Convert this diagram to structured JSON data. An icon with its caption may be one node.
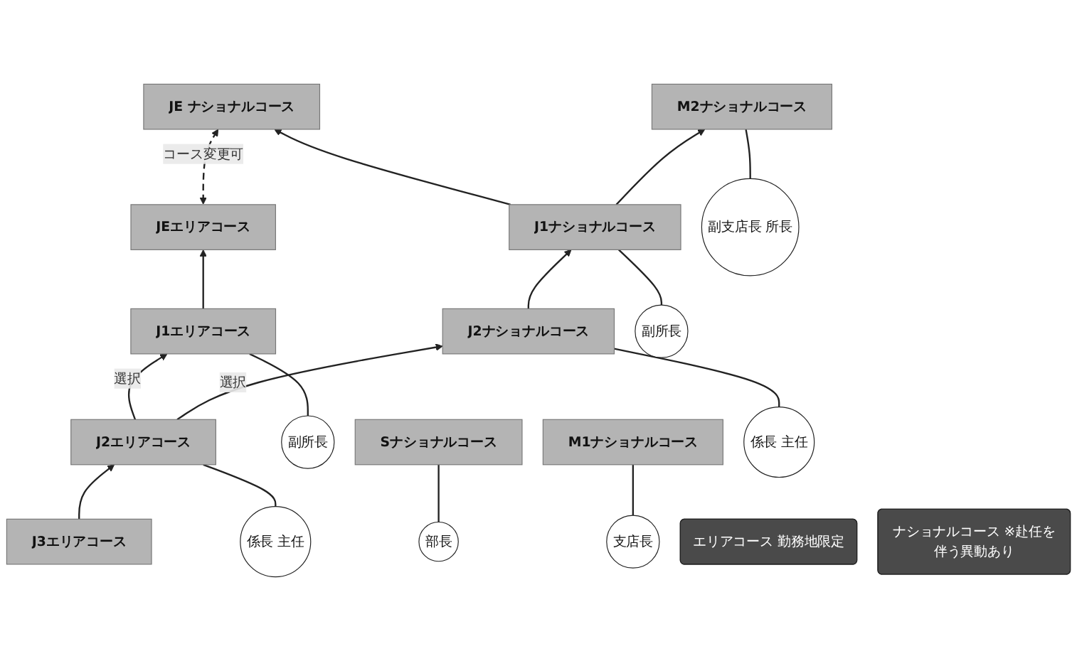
{
  "diagram": {
    "nodes": [
      {
        "text": [
          "JEエリアコース"
        ]
      },
      {
        "text": [
          "J1エリアコース"
        ]
      },
      {
        "text": [
          "J2エリアコース"
        ]
      },
      {
        "text": [
          "J3エリアコース"
        ]
      },
      {
        "text": [
          "副所長"
        ]
      },
      {
        "text": [
          "係長 主任"
        ]
      },
      {
        "text": [
          "Sナショナルコース"
        ]
      },
      {
        "text": [
          "M1ナショナルコース"
        ]
      },
      {
        "text": [
          "M2ナショナルコース"
        ]
      },
      {
        "text": [
          "JE ナショナルコース"
        ]
      },
      {
        "text": [
          "J1ナショナルコース"
        ]
      },
      {
        "text": [
          "J2ナショナルコース"
        ]
      },
      {
        "text": [
          "部長"
        ]
      },
      {
        "text": [
          "支店長"
        ]
      },
      {
        "text": [
          "副支店長 所長"
        ]
      },
      {
        "text": [
          "副所長"
        ]
      },
      {
        "text": [
          "係長 主任"
        ]
      },
      {
        "text": [
          "エリアコース 勤務地限定"
        ]
      },
      {
        "text": [
          "ナショナルコース ※赴任を伴う異動あり"
        ]
      }
    ],
    "edges": [
      {
        "from": 3,
        "to": 2,
        "arrow": "to"
      },
      {
        "from": 2,
        "to": 1,
        "arrow": "to",
        "label": "選択"
      },
      {
        "from": 1,
        "to": 0,
        "arrow": "to"
      },
      {
        "from": 2,
        "to": 11,
        "arrow": "to",
        "label": "選択"
      },
      {
        "from": 11,
        "to": 10,
        "arrow": "to"
      },
      {
        "from": 10,
        "to": 9,
        "arrow": "to"
      },
      {
        "from": 10,
        "to": 8,
        "arrow": "to"
      },
      {
        "from": 0,
        "to": 9,
        "arrow": "both",
        "label": "コース変更可",
        "style": "dashed"
      },
      {
        "from": 4,
        "to": 1,
        "arrow": "none"
      },
      {
        "from": 5,
        "to": 2,
        "arrow": "none"
      },
      {
        "from": 12,
        "to": 6,
        "arrow": "none"
      },
      {
        "from": 13,
        "to": 7,
        "arrow": "none"
      },
      {
        "from": 14,
        "to": 8,
        "arrow": "none"
      },
      {
        "from": 15,
        "to": 10,
        "arrow": "none"
      },
      {
        "from": 16,
        "to": 11,
        "arrow": "none"
      }
    ]
  }
}
